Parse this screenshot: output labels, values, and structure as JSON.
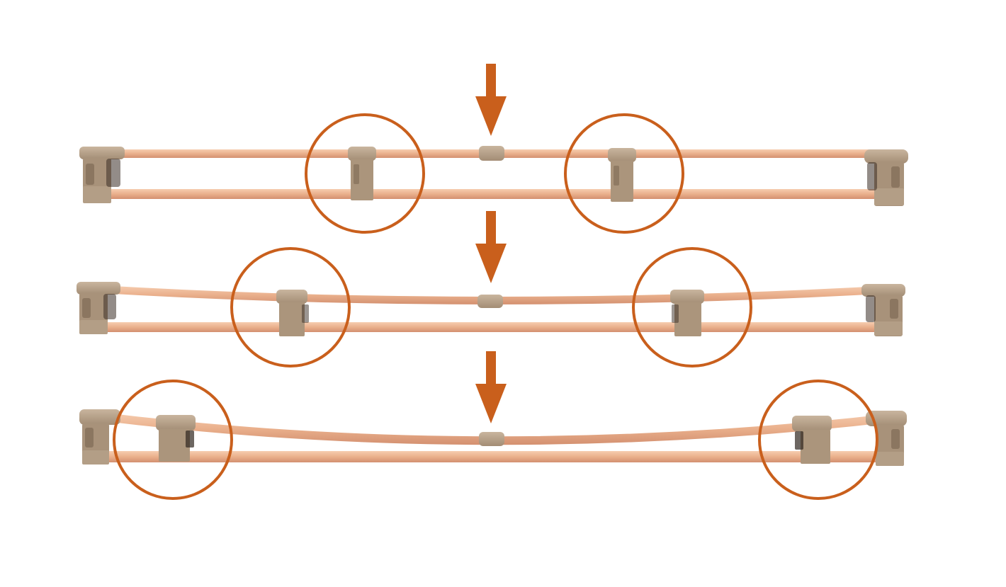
{
  "diagram": {
    "description_visible_text": "",
    "colors": {
      "background": "#ffffff",
      "accent_orange": "#c95f1c",
      "wood_light": "#f3c3a3",
      "wood_mid": "#e7a882",
      "wood_dark": "#c98a66",
      "clip": "#b09a82",
      "clip_dark": "#8b7660",
      "clip_light": "#c6b39c"
    },
    "icons": [
      "down-arrow-icon",
      "highlight-circle-icon"
    ],
    "stages": [
      {
        "id": "stage-1",
        "slider_position": "center"
      },
      {
        "id": "stage-2",
        "slider_position": "middle"
      },
      {
        "id": "stage-3",
        "slider_position": "ends"
      }
    ]
  }
}
